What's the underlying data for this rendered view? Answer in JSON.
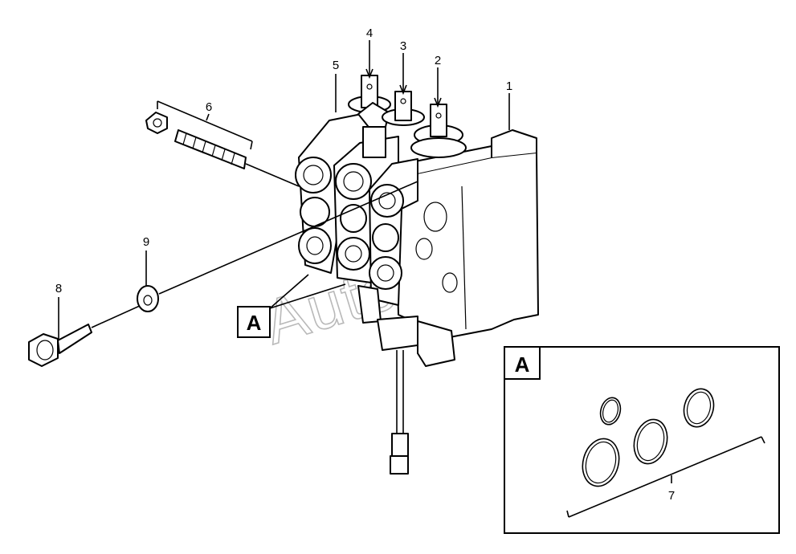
{
  "watermark": "AutoSoft",
  "callouts": {
    "c1": "1",
    "c2": "2",
    "c3": "3",
    "c4": "4",
    "c5": "5",
    "c6": "6",
    "c7": "7",
    "c8": "8",
    "c9": "9"
  },
  "detail_tag": "A",
  "detail_box_tag": "A"
}
